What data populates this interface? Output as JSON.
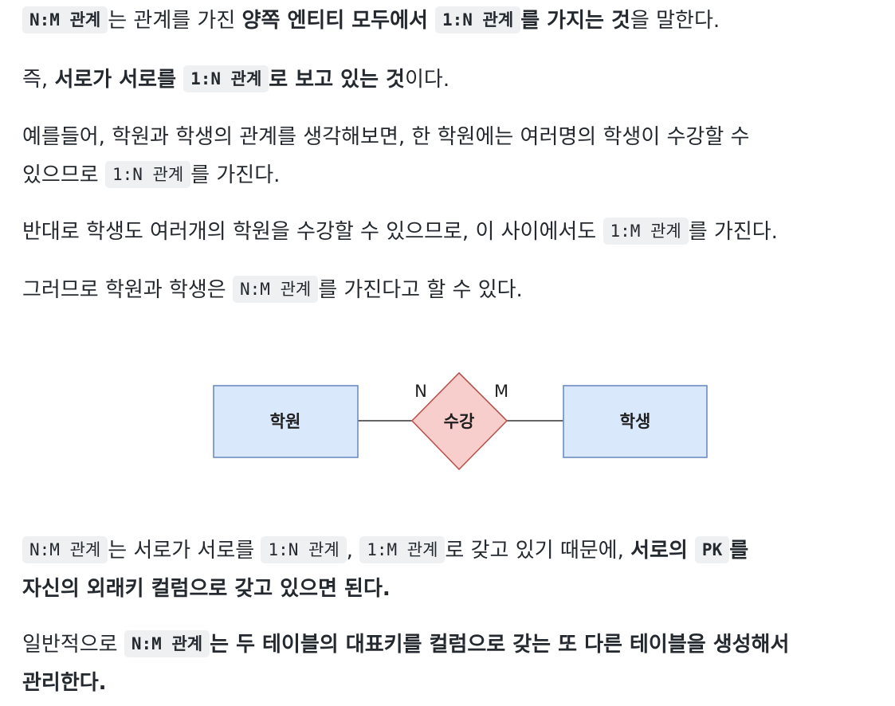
{
  "paragraphs": {
    "p1": {
      "code1": "N:M 관계",
      "t1": "는 관계를 가진 ",
      "b1": "양쪽 엔티티 모두에서 ",
      "code2": "1:N 관계",
      "b2": "를 가지는 것",
      "t2": "을 말한다."
    },
    "p2": {
      "t1": "즉, ",
      "b1": "서로가 서로를 ",
      "code1": "1:N 관계",
      "b2": "로 보고 있는 것",
      "t2": "이다."
    },
    "p3": {
      "line1": "예를들어, 학원과 학생의 관계를 생각해보면, 한 학원에는 여러명의 학생이 수강할 수",
      "t1": "있으므로 ",
      "code1": "1:N 관계",
      "t2": "를 가진다."
    },
    "p4": {
      "t1": "반대로 학생도 여러개의 학원을 수강할 수 있으므로, 이 사이에서도 ",
      "code1": "1:M 관계",
      "t2": "를 가진다."
    },
    "p5": {
      "t1": "그러므로 학원과 학생은 ",
      "code1": "N:M 관계",
      "t2": "를 가진다고 할 수 있다."
    },
    "p6": {
      "code1": "N:M 관계",
      "t1": "는 서로가 서로를 ",
      "code2": "1:N 관계",
      "t2": ", ",
      "code3": "1:M 관계",
      "t3": "로 갖고 있기 때문에, ",
      "b1": "서로의 ",
      "code4": "PK",
      "b2": "를",
      "line2": "자신의 외래키 컬럼으로 갖고 있으면 된다."
    },
    "p7": {
      "t1": "일반적으로 ",
      "code1": "N:M 관계",
      "b1": "는 두 테이블의 대표키를 컬럼으로 갖는 또 다른 테이블을 생성해서",
      "line2": "관리한다."
    }
  },
  "diagram": {
    "entity_left": "학원",
    "relationship": "수강",
    "entity_right": "학생",
    "cardinality_left": "N",
    "cardinality_right": "M",
    "colors": {
      "entity_fill": "#dae8fc",
      "entity_stroke": "#6c8ebf",
      "relation_fill": "#f8cecc",
      "relation_stroke": "#b85450",
      "line": "#333333"
    }
  }
}
